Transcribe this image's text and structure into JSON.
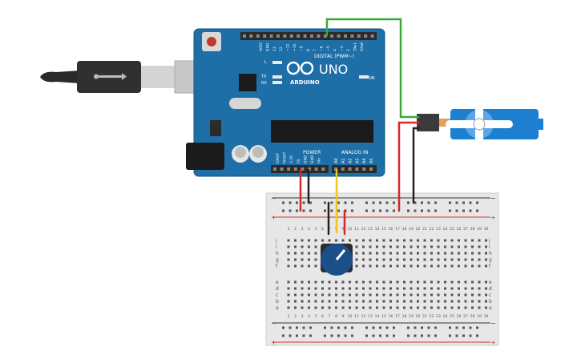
{
  "arduino": {
    "brand": "ARDUINO",
    "model": "UNO",
    "digital_header_label": "DIGITAL (PWM~)",
    "power_label": "POWER",
    "analog_label": "ANALOG IN",
    "led_labels": [
      "L",
      "TX",
      "RX"
    ],
    "on_label": "ON",
    "digital_pins": [
      "AREF",
      "GND",
      "13",
      "12",
      "~11",
      "~10",
      "~9",
      "8",
      "7",
      "~6",
      "~5",
      "4",
      "~3",
      "2",
      "TX▸1",
      "RX◂0"
    ],
    "power_pins": [
      "IOREF",
      "RESET",
      "3.3V",
      "5V",
      "GND",
      "GND",
      "Vin"
    ],
    "analog_pins": [
      "A0",
      "A1",
      "A2",
      "A3",
      "A4",
      "A5"
    ],
    "colors": {
      "board": "#1e6ea7",
      "board_edge": "#15557f",
      "silk": "#ffffff",
      "header": "#2b2b2b"
    }
  },
  "breadboard": {
    "row_letters_top": [
      "j",
      "i",
      "h",
      "g",
      "f"
    ],
    "row_letters_bottom": [
      "e",
      "d",
      "c",
      "b",
      "a"
    ],
    "column_numbers": [
      "1",
      "2",
      "3",
      "4",
      "5",
      "6",
      "7",
      "8",
      "9",
      "10",
      "11",
      "12",
      "13",
      "14",
      "15",
      "16",
      "17",
      "18",
      "19",
      "20",
      "21",
      "22",
      "23",
      "24",
      "25",
      "26",
      "27",
      "28",
      "29",
      "30"
    ],
    "rail_minus": "−",
    "rail_plus": "+",
    "colors": {
      "body": "#e7e7e7",
      "hole": "#555555",
      "rail_red": "#d0312d",
      "rail_black": "#333333"
    }
  },
  "servo": {
    "colors": {
      "body": "#1c7fd0",
      "horn": "#ffffff"
    }
  },
  "potentiometer": {
    "colors": {
      "knob": "#1a4f8a",
      "base": "#2c2c2c"
    }
  },
  "wires": {
    "colors": {
      "green": "#3aaa35",
      "red": "#d62828",
      "black": "#222222",
      "yellow": "#f0c419"
    }
  }
}
